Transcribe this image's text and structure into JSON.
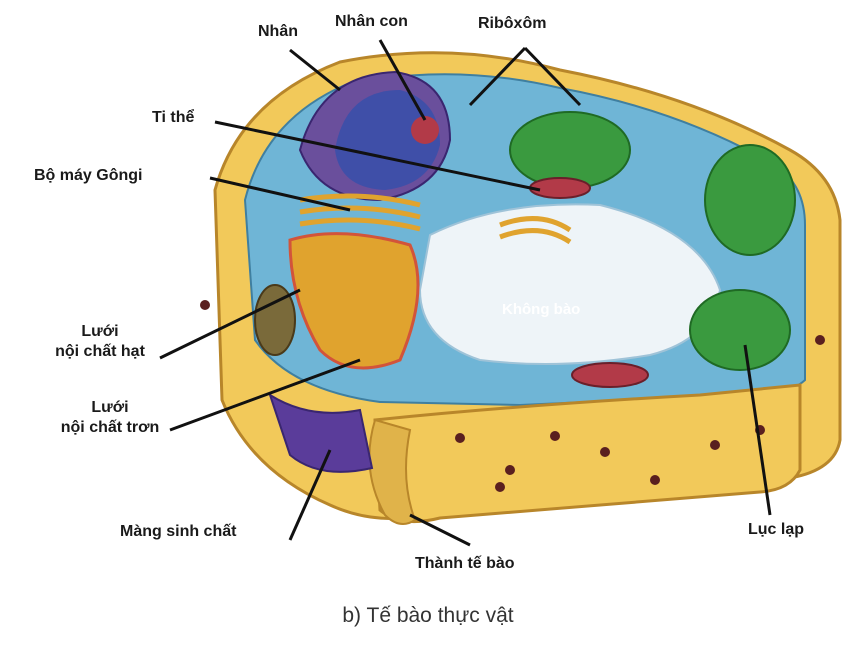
{
  "labels": {
    "nucleus": "Nhân",
    "nucleolus": "Nhân con",
    "ribosome": "Ribôxôm",
    "mitochondria": "Ti thể",
    "golgi": "Bộ máy Gôngi",
    "rough_er_line1": "Lưới",
    "rough_er_line2": "nội chất hạt",
    "smooth_er_line1": "Lưới",
    "smooth_er_line2": "nội chất trơn",
    "vacuole": "Không bào",
    "cell_membrane": "Màng sinh chất",
    "cell_wall": "Thành tế bào",
    "chloroplast": "Lục lạp"
  },
  "caption": "b) Tế bào thực vật",
  "colors": {
    "cell_wall": "#f2c95a",
    "cell_wall_dark": "#d9a53a",
    "wall_dots": "#5a1f1f",
    "cytoplasm": "#6fb5d6",
    "vacuole": "#eef4f8",
    "nucleus": "#3f4fa8",
    "nuclear_envelope": "#6a4f9c",
    "nucleolus": "#b23a48",
    "chloroplast": "#3a9a3f",
    "golgi": "#e0a32e",
    "er": "#d2543a",
    "membrane": "#5a3c9a",
    "leader": "#111111"
  }
}
